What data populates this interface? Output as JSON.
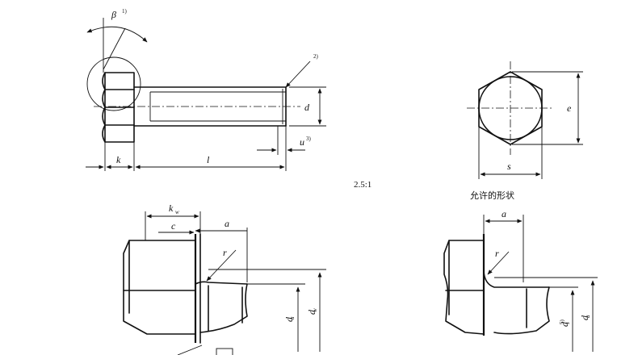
{
  "labels": {
    "beta": "β",
    "beta_note": "1)",
    "note_2": "2)",
    "k": "k",
    "l": "l",
    "d": "d",
    "u": "u",
    "u_note": "3)",
    "e": "e",
    "s": "s",
    "scale": "2.5:1",
    "allowed_shape": "允许的形状",
    "k_w": "k",
    "k_w_sub": "w",
    "c": "c",
    "a_left": "a",
    "r_left": "r",
    "d_a_left": "d",
    "d_a_left_sub": "a",
    "d_w": "d",
    "d_w_sub": "w",
    "a_right": "a",
    "r_right": "r",
    "d_s_right": "d",
    "d_s_right_sub": "s",
    "d_s_right_note": "5)",
    "d_a_right": "d",
    "d_a_right_sub": "a"
  }
}
